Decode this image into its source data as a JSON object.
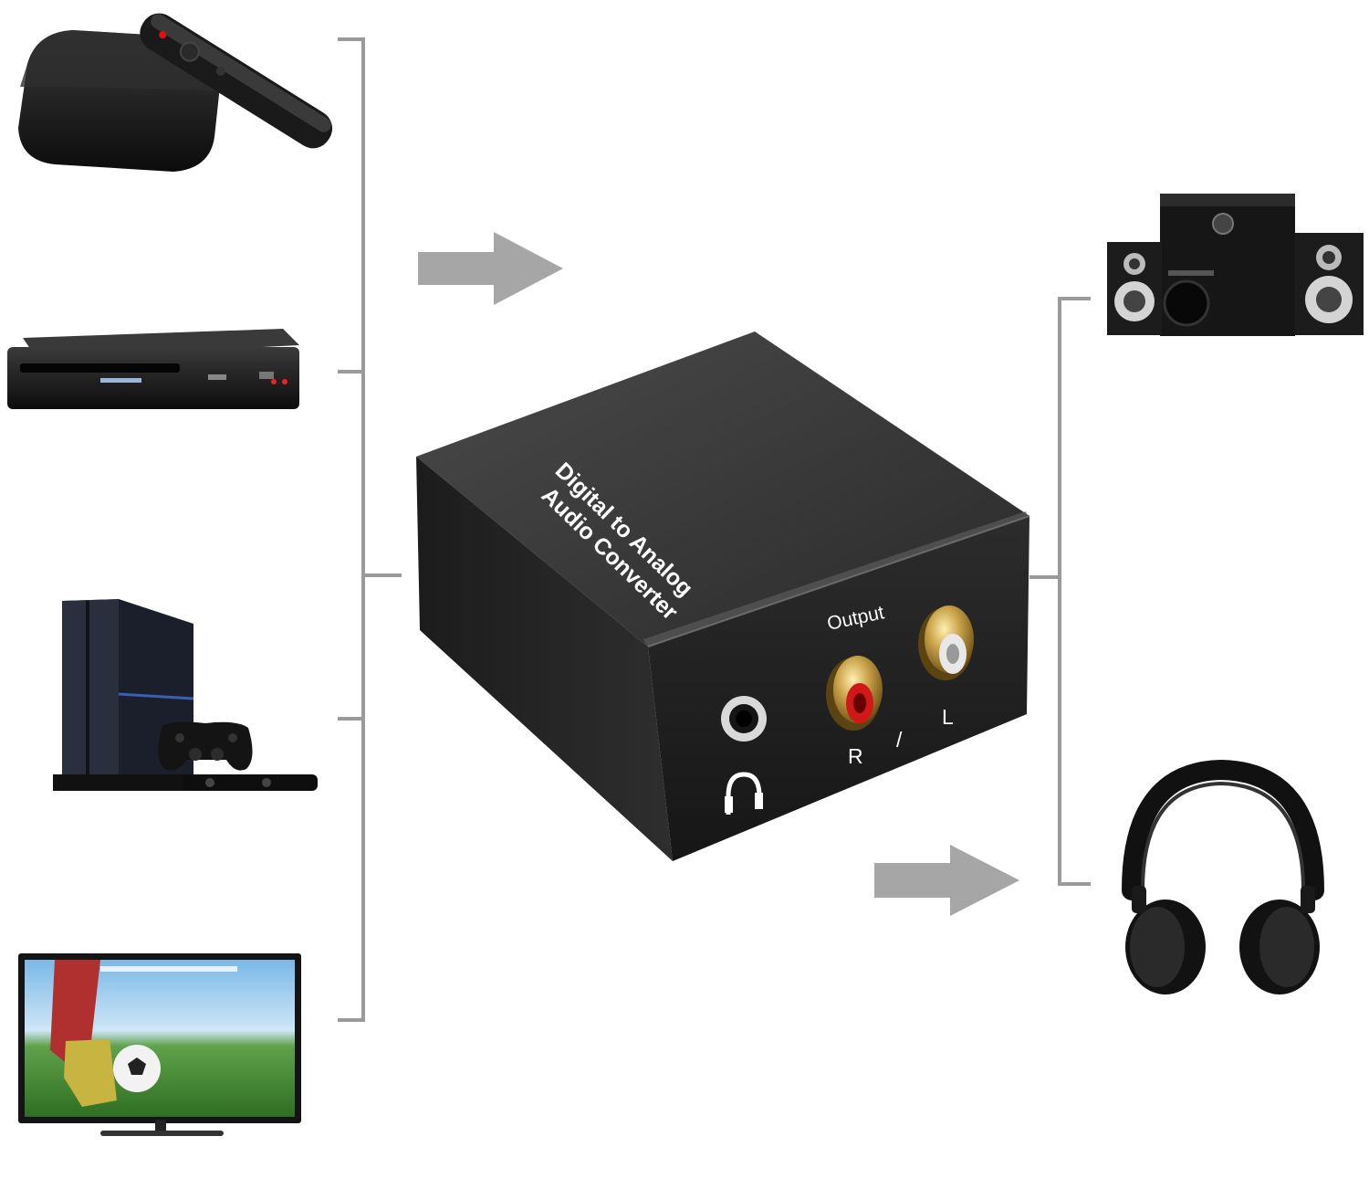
{
  "converter": {
    "top_label_line1": "Digital to Analog",
    "top_label_line2": "Audio Converter",
    "output_label": "Output",
    "right_channel": "R",
    "separator": "/",
    "left_channel": "L"
  },
  "sources": [
    {
      "name": "tv-box-with-remote"
    },
    {
      "name": "blu-ray-player"
    },
    {
      "name": "game-console"
    },
    {
      "name": "television"
    }
  ],
  "outputs": [
    {
      "name": "speaker-system"
    },
    {
      "name": "headphones"
    }
  ],
  "colors": {
    "connector_line": "#9a9a9a",
    "arrow": "#a6a6a6",
    "device_body": "#222222",
    "gold": "#c9a24a",
    "rca_red": "#d01818",
    "rca_white": "#e8e8e8"
  },
  "icons": {
    "flow_arrow": "right-arrow-icon",
    "headphone_jack": "headphone-icon"
  }
}
